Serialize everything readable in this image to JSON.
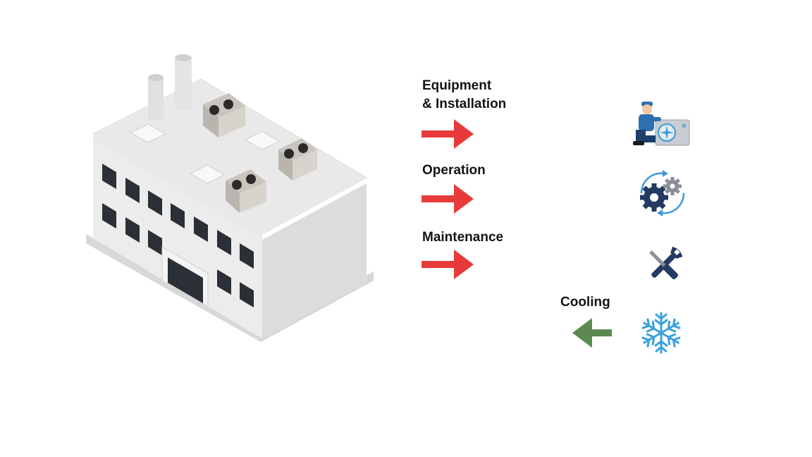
{
  "flows": {
    "equipment": {
      "line1": "Equipment",
      "line2": "& Installation",
      "arrow_color": "#e83a3a",
      "icon": "technician-servicing-ac-icon"
    },
    "operation": {
      "label": "Operation",
      "arrow_color": "#e83a3a",
      "icon": "gears-cycle-icon"
    },
    "maintenance": {
      "label": "Maintenance",
      "arrow_color": "#e83a3a",
      "icon": "wrench-screwdriver-icon"
    },
    "cooling": {
      "label": "Cooling",
      "arrow_color": "#5a8a4f",
      "icon": "snowflake-icon"
    }
  },
  "colors": {
    "background": "#ffffff",
    "text": "#141414",
    "building_wall": "#e6e6e6",
    "building_roof": "#f4f4f4",
    "window": "#2b2f36",
    "icon_navy": "#233a63",
    "icon_blue": "#3a9bd8",
    "snowflake": "#3aa0dc"
  }
}
